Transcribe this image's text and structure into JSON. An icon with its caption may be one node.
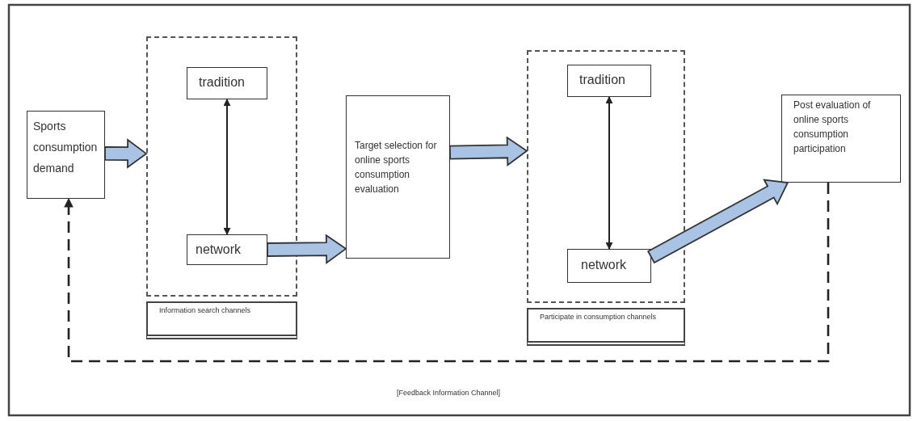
{
  "diagram": {
    "nodes": [
      {
        "text": [
          "Sports consumption demand"
        ]
      },
      {
        "text": [
          "Information search channels"
        ]
      },
      {
        "text": [
          "tradition"
        ],
        "in": 1
      },
      {
        "text": [
          "network"
        ],
        "in": 1
      },
      {
        "text": [
          "Target selection for online sports consumption evaluation"
        ]
      },
      {
        "text": [
          "Participate in consumption channels"
        ]
      },
      {
        "text": [
          "tradition"
        ],
        "in": 5
      },
      {
        "text": [
          "network"
        ],
        "in": 5
      },
      {
        "text": [
          "Post evaluation of online sports consumption participation"
        ]
      }
    ],
    "edges": [
      {
        "from": 0,
        "to": 1,
        "arrow": "to",
        "style": "thick"
      },
      {
        "from": 2,
        "to": 3,
        "arrow": "both"
      },
      {
        "from": 3,
        "to": 4,
        "arrow": "to",
        "style": "thick"
      },
      {
        "from": 4,
        "to": 5,
        "arrow": "to",
        "style": "thick"
      },
      {
        "from": 6,
        "to": 7,
        "arrow": "both"
      },
      {
        "from": 7,
        "to": 8,
        "arrow": "to",
        "style": "thick"
      },
      {
        "from": 8,
        "to": 0,
        "arrow": "to",
        "style": "dashed",
        "label": "[Feedback Information Channel]"
      }
    ]
  }
}
